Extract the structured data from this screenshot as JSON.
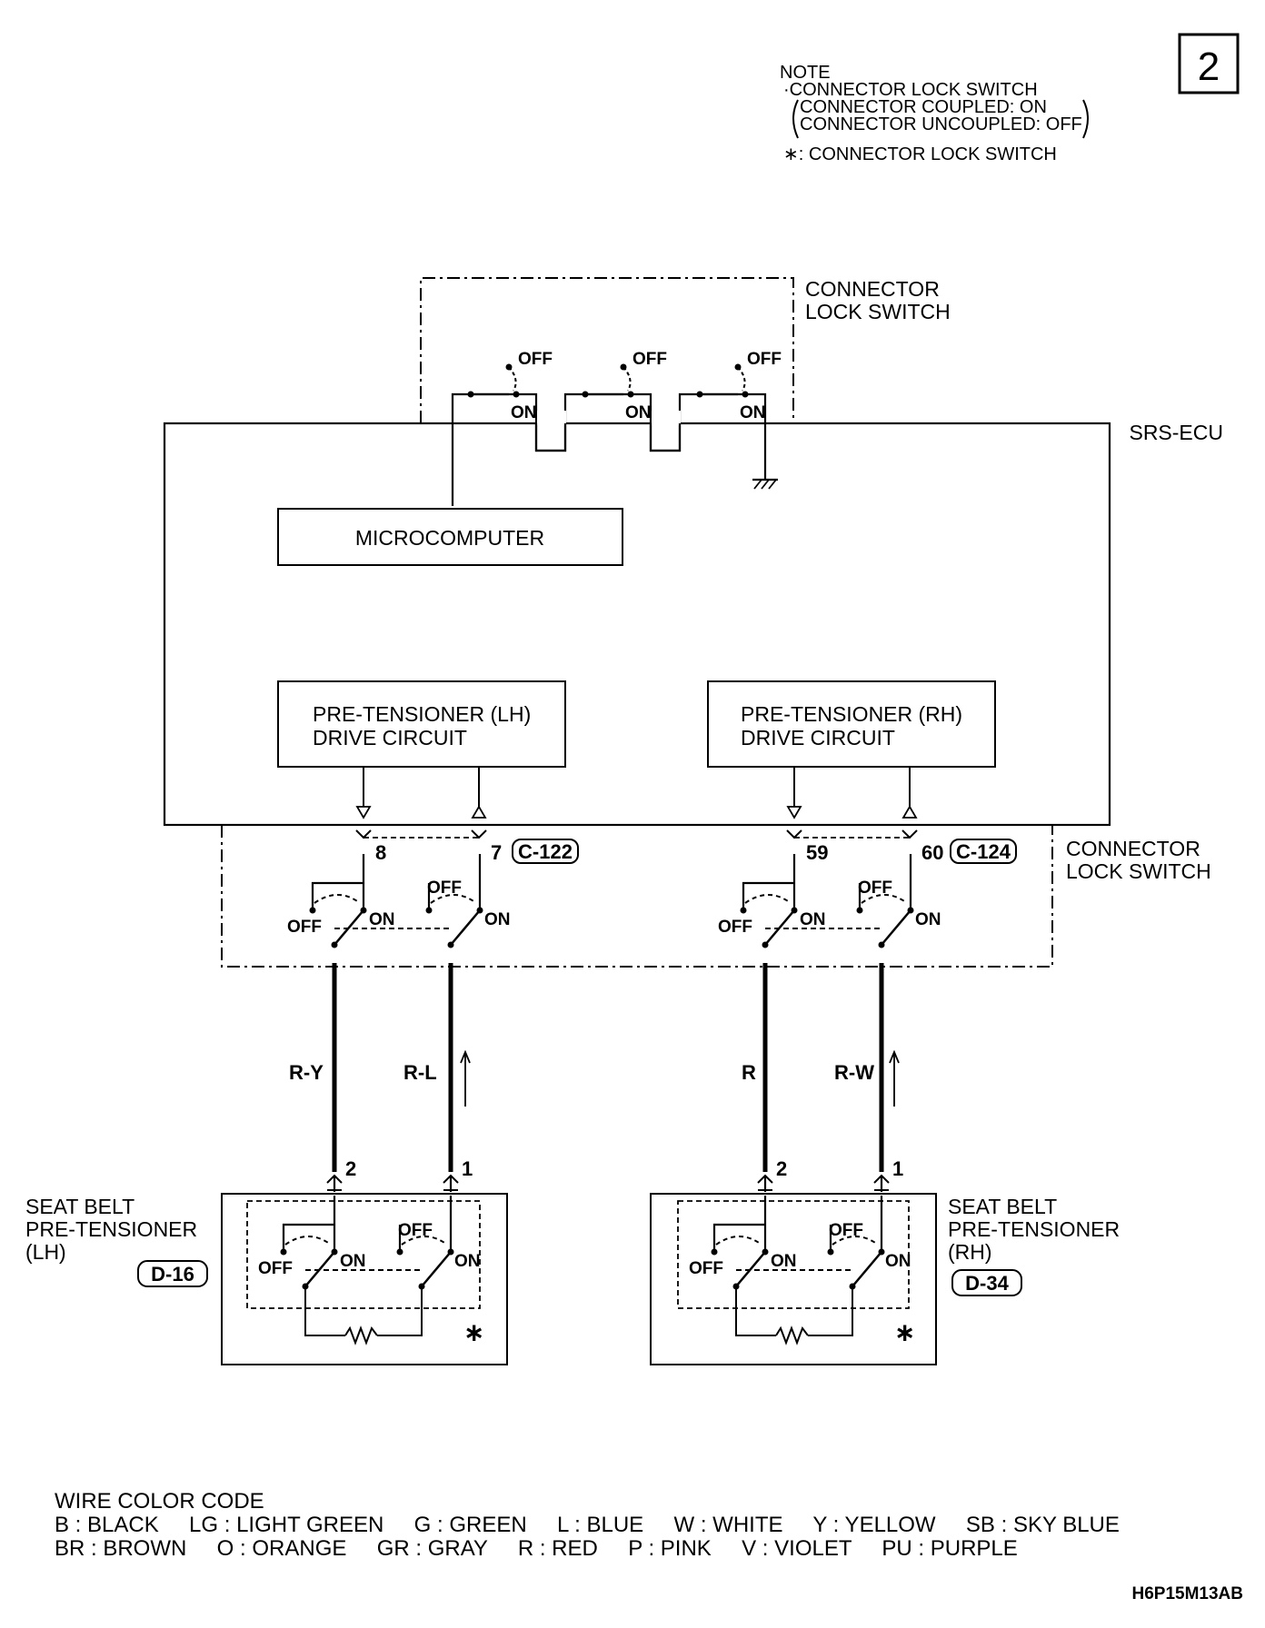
{
  "page_number": "2",
  "note": {
    "title": "NOTE",
    "line1": "·CONNECTOR LOCK SWITCH",
    "line2": "CONNECTOR COUPLED: ON",
    "line3": "CONNECTOR UNCOUPLED: OFF",
    "line4": "∗: CONNECTOR LOCK SWITCH"
  },
  "top_lock_switch": {
    "label_l1": "CONNECTOR",
    "label_l2": "LOCK SWITCH"
  },
  "ecu": {
    "label": "SRS-ECU",
    "microcomputer": "MICROCOMPUTER",
    "lh_circuit_l1": "PRE-TENSIONER (LH)",
    "lh_circuit_l2": "DRIVE CIRCUIT",
    "rh_circuit_l1": "PRE-TENSIONER (RH)",
    "rh_circuit_l2": "DRIVE CIRCUIT"
  },
  "mid_lock_switch": {
    "label_l1": "CONNECTOR",
    "label_l2": "LOCK SWITCH"
  },
  "switch_states": {
    "off": "OFF",
    "on": "ON"
  },
  "connectors": {
    "lh": {
      "pin_a": "8",
      "pin_b": "7",
      "id": "C-122"
    },
    "rh": {
      "pin_a": "59",
      "pin_b": "60",
      "id": "C-124"
    }
  },
  "wires": {
    "lh_a": "R-Y",
    "lh_b": "R-L",
    "rh_a": "R",
    "rh_b": "R-W"
  },
  "pretensioner_lh": {
    "label_l1": "SEAT BELT",
    "label_l2": "PRE-TENSIONER",
    "label_l3": "(LH)",
    "connector": "D-16",
    "pin_a": "2",
    "pin_b": "1",
    "mark": "∗"
  },
  "pretensioner_rh": {
    "label_l1": "SEAT BELT",
    "label_l2": "PRE-TENSIONER",
    "label_l3": "(RH)",
    "connector": "D-34",
    "pin_a": "2",
    "pin_b": "1",
    "mark": "∗"
  },
  "wire_color_code": {
    "title": "WIRE COLOR CODE",
    "row1": "B : BLACK     LG : LIGHT GREEN     G : GREEN     L : BLUE     W : WHITE     Y : YELLOW     SB : SKY BLUE",
    "row2": "BR : BROWN     O : ORANGE     GR : GRAY     R : RED     P : PINK     V : VIOLET     PU : PURPLE"
  },
  "figure_code": "H6P15M13AB"
}
